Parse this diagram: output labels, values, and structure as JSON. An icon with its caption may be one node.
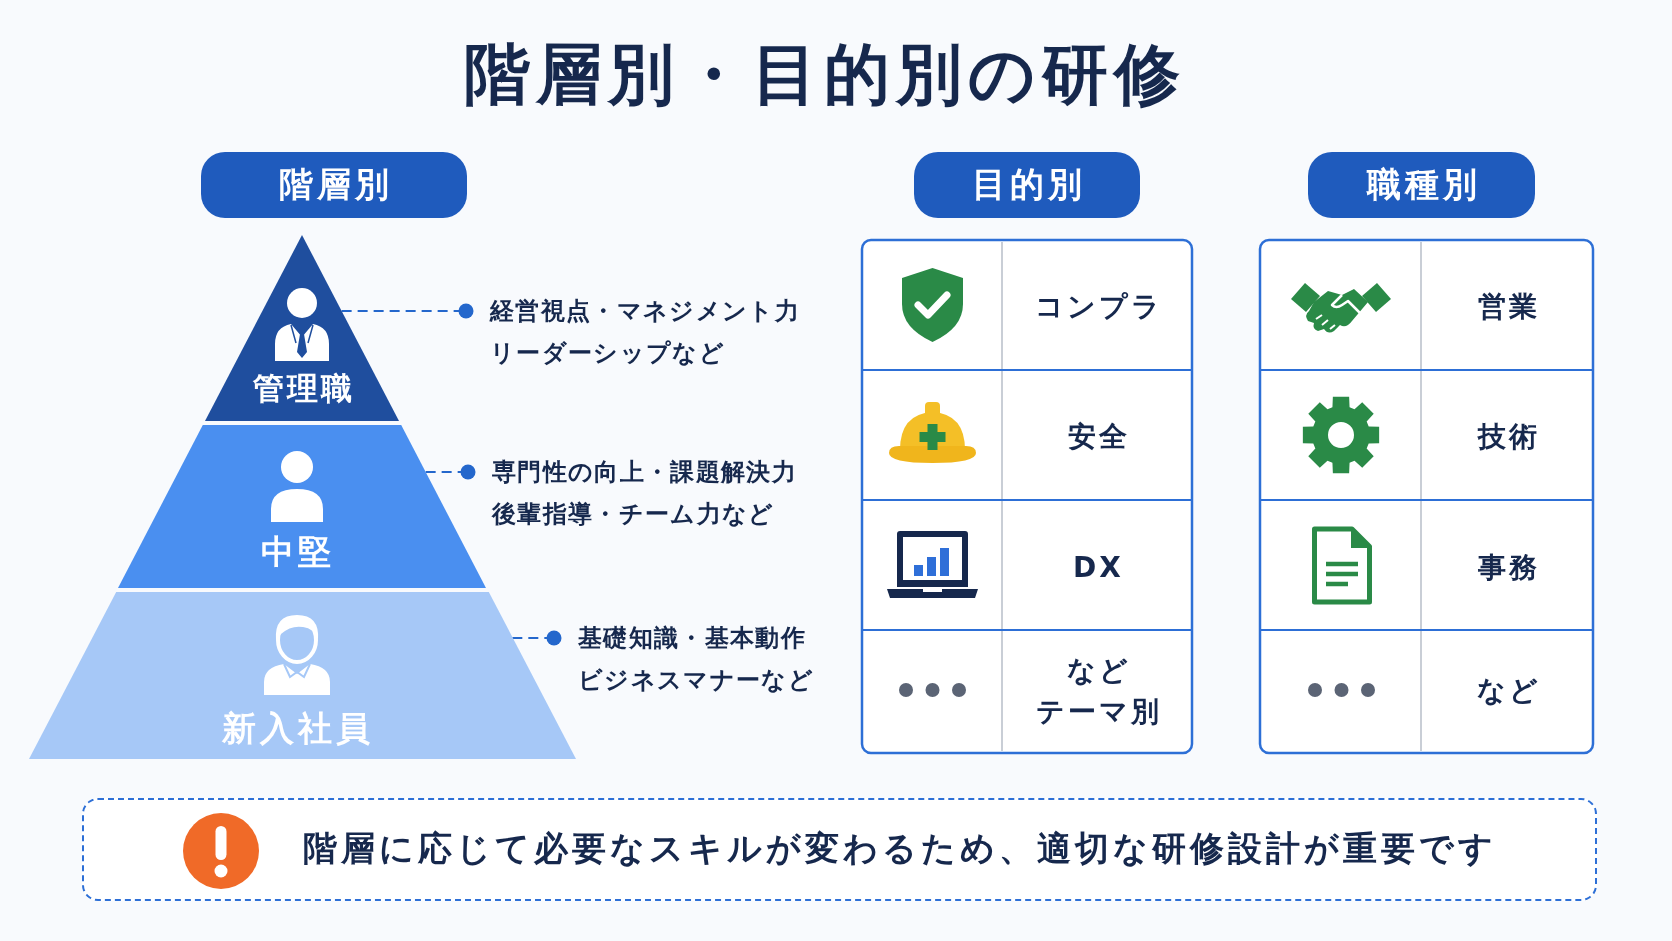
{
  "diagram": {
    "title": "階層別・目的別の研修",
    "nodes": [
      {
        "text": [
          "階層別"
        ]
      },
      {
        "text": [
          "目的別"
        ]
      },
      {
        "text": [
          "職種別"
        ]
      },
      {
        "text": [
          "管理職"
        ]
      },
      {
        "text": [
          "中堅"
        ]
      },
      {
        "text": [
          "新入社員"
        ]
      },
      {
        "text": [
          "経営視点・マネジメント力リーダーシップなど"
        ]
      },
      {
        "text": [
          "専門性の向上・課題解決力後輩指導・チーム力など"
        ]
      },
      {
        "text": [
          "基礎知識・基本動作ビジネスマナーなど"
        ]
      },
      {
        "text": [
          "階層に応じて必要なスキルが変わるため、適切な研修設計が重要です"
        ]
      }
    ],
    "edges": [
      {
        "from": 3,
        "to": 6,
        "arrow": "other",
        "style": "dashed"
      },
      {
        "from": 4,
        "to": 7,
        "arrow": "other",
        "style": "dashed"
      },
      {
        "from": 5,
        "to": 8,
        "arrow": "other",
        "style": "dashed"
      }
    ],
    "labels": [
      "コンプラ",
      "安全",
      "DX",
      "など",
      "テーマ別",
      "営業",
      "技術",
      "事務",
      "など"
    ]
  }
}
